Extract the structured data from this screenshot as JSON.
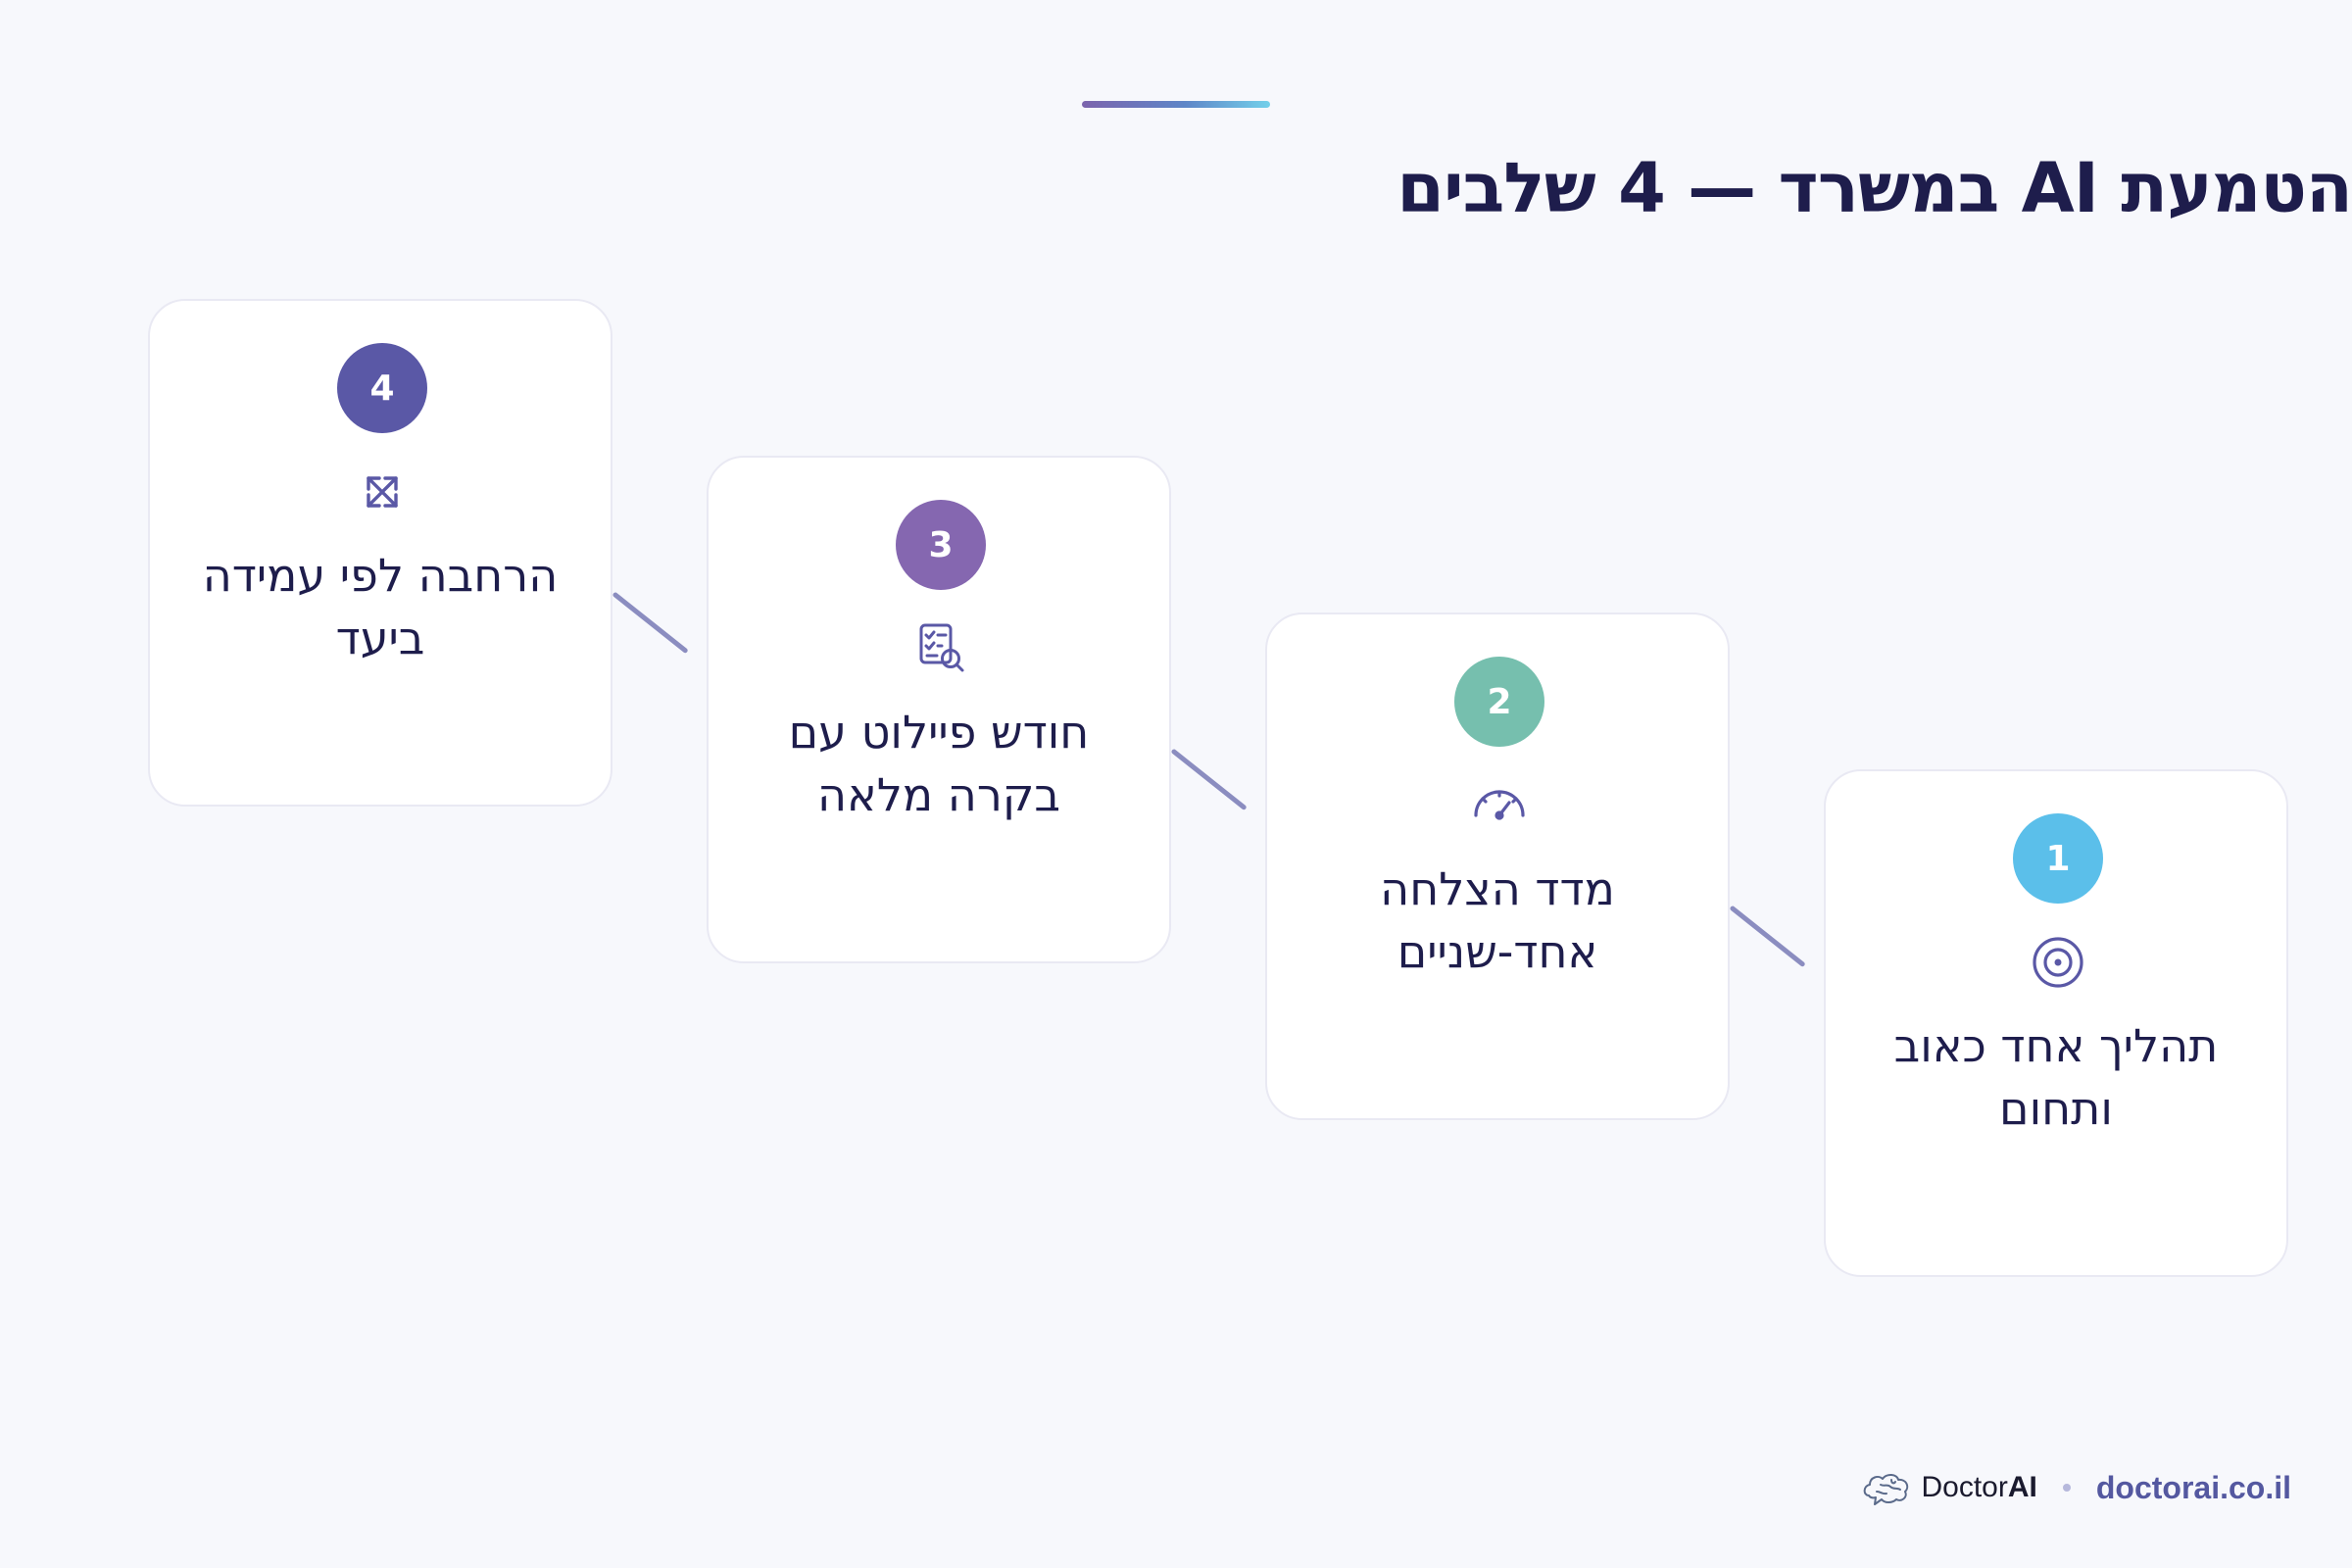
{
  "header": {
    "title": "הטמעת AI במשרד — 4 שלבים"
  },
  "steps": [
    {
      "number": "1",
      "text": "תהליך אחד כאוב ותחום",
      "icon": "target-icon",
      "color": "#5bbfea"
    },
    {
      "number": "2",
      "text": "מדד הצלחה אחד-שניים",
      "icon": "gauge-icon",
      "color": "#76bfae"
    },
    {
      "number": "3",
      "text": "חודש פיילוט עם בקרה מלאה",
      "icon": "checklist-search-icon",
      "color": "#8567b0"
    },
    {
      "number": "4",
      "text": "הרחבה לפי עמידה ביעד",
      "icon": "expand-icon",
      "color": "#5a58a6"
    }
  ],
  "footer": {
    "brand_prefix": "Doctor",
    "brand_suffix": "AI",
    "site": "doctorai.co.il"
  }
}
